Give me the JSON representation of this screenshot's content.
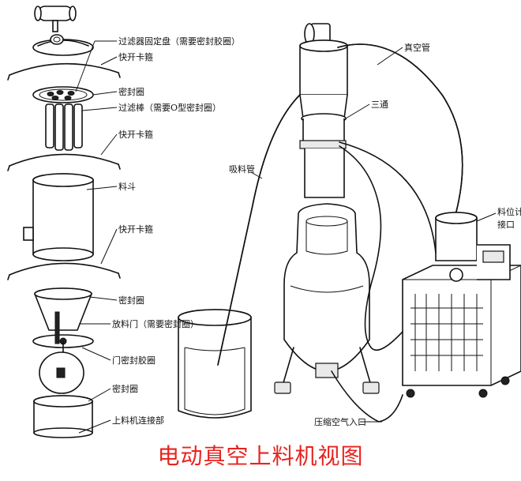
{
  "title": "电动真空上料机视图",
  "left_labels": {
    "filter_plate": "过滤器固定盘（需要密封胶圈）",
    "quick_clamp_1": "快开卡箍",
    "seal_ring_1": "密封圈",
    "filter_rod": "过滤棒（需要O型密封圈）",
    "quick_clamp_2": "快开卡箍",
    "hopper": "料斗",
    "quick_clamp_3": "快开卡箍",
    "seal_ring_2": "密封圈",
    "discharge_door": "放料门（需要密封圈）",
    "door_gasket": "门密封胶圈",
    "seal_ring_3": "密封圈",
    "loader_connector": "上料机连接部"
  },
  "right_labels": {
    "vacuum_pipe": "真空管",
    "tee": "三通",
    "suction_pipe": "吸料管",
    "level_port_line1": "料位计",
    "level_port_line2": "接口",
    "compressed_air_inlet": "压缩空气入口"
  }
}
